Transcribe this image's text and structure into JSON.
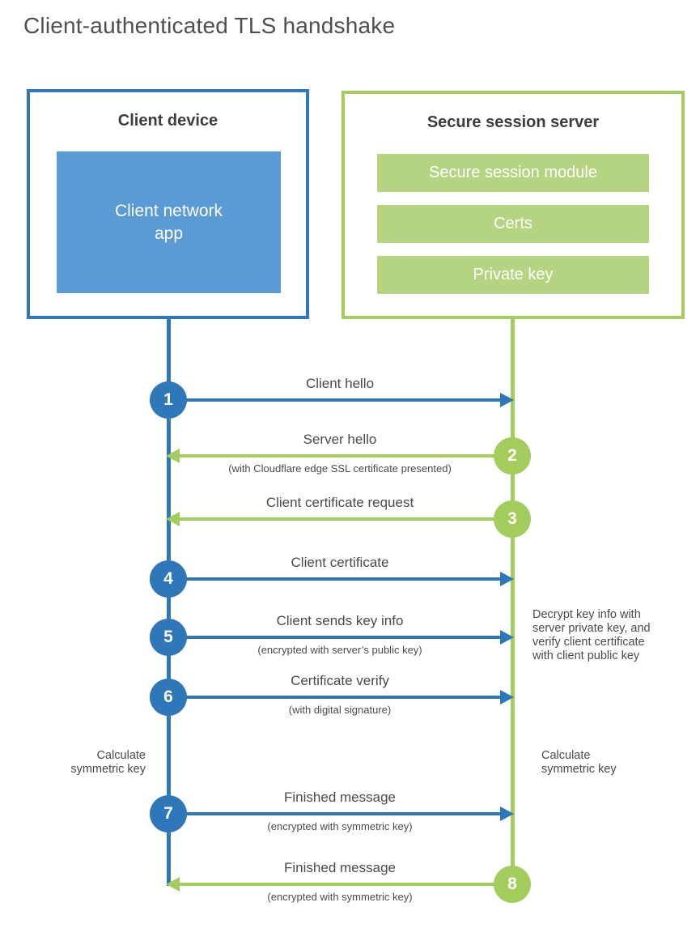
{
  "page": {
    "title": "Client-authenticated TLS handshake"
  },
  "colors": {
    "blue": "#2e78ba",
    "blue_fill": "#5b9bd5",
    "green": "#a2cc5c",
    "green_fill": "#b5d481",
    "text": "#4a4a4a"
  },
  "client_box": {
    "title": "Client device",
    "module": "Client network app"
  },
  "server_box": {
    "title": "Secure session server",
    "modules": [
      "Secure session module",
      "Certs",
      "Private key"
    ]
  },
  "steps": [
    {
      "number": "1",
      "from": "client",
      "label": "Client hello",
      "sublabel": ""
    },
    {
      "number": "2",
      "from": "server",
      "label": "Server hello",
      "sublabel": "(with Cloudflare edge SSL certificate presented)"
    },
    {
      "number": "3",
      "from": "server",
      "label": "Client certificate request",
      "sublabel": ""
    },
    {
      "number": "4",
      "from": "client",
      "label": "Client certificate",
      "sublabel": ""
    },
    {
      "number": "5",
      "from": "client",
      "label": "Client sends key info",
      "sublabel": "(encrypted with server’s public key)"
    },
    {
      "number": "6",
      "from": "client",
      "label": "Certificate verify",
      "sublabel": "(with digital signature)"
    },
    {
      "number": "7",
      "from": "client",
      "label": "Finished message",
      "sublabel": "(encrypted with symmetric key)"
    },
    {
      "number": "8",
      "from": "server",
      "label": "Finished message",
      "sublabel": "(encrypted with symmetric key)"
    }
  ],
  "annotations": {
    "decrypt_note": "Decrypt key info with\nserver private key, and\nverify client certificate\nwith client public key",
    "calculate_left": "Calculate\nsymmetric key",
    "calculate_right": "Calculate\nsymmetric key"
  }
}
